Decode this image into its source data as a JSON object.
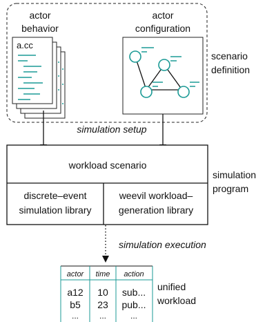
{
  "scenario": {
    "actor_behavior_label_1": "actor",
    "actor_behavior_label_2": "behavior",
    "file_name": "a.cc",
    "actor_config_label_1": "actor",
    "actor_config_label_2": "configuration",
    "side_label_1": "scenario",
    "side_label_2": "definition"
  },
  "flow": {
    "setup_label": "simulation setup",
    "execution_label": "simulation execution"
  },
  "program": {
    "workload_scenario": "workload scenario",
    "lib_left_1": "discrete–event",
    "lib_left_2": "simulation library",
    "lib_right_1": "weevil workload–",
    "lib_right_2": "generation library",
    "side_label_1": "simulation",
    "side_label_2": "program"
  },
  "workload": {
    "headers": [
      "actor",
      "time",
      "action"
    ],
    "rows": [
      [
        "a12",
        "10",
        "sub..."
      ],
      [
        "b5",
        "23",
        "pub..."
      ],
      [
        "...",
        "...",
        "..."
      ]
    ],
    "side_label_1": "unified",
    "side_label_2": "workload"
  },
  "colors": {
    "accent": "#1a9a95",
    "line": "#111111"
  }
}
